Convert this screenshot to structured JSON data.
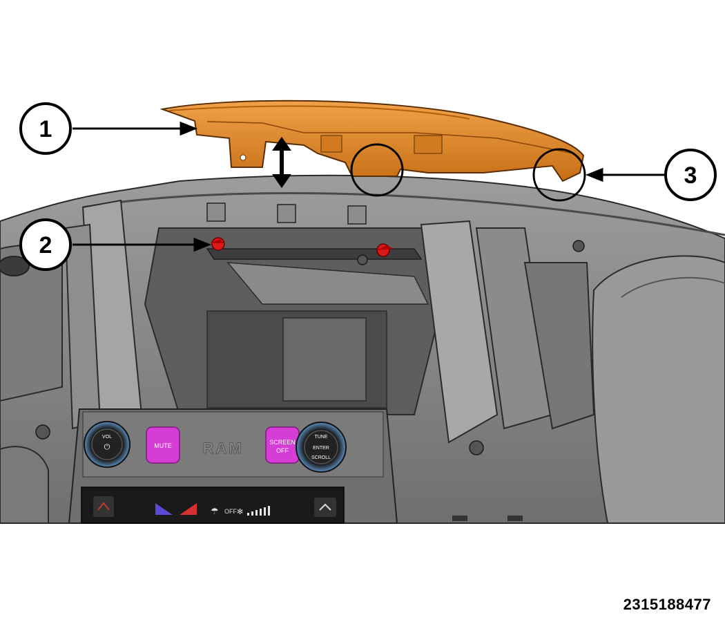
{
  "callouts": [
    {
      "number": "1"
    },
    {
      "number": "2"
    },
    {
      "number": "3"
    }
  ],
  "panel": {
    "vol_label": "VOL",
    "mute_label": "MUTE",
    "brand": "RAM",
    "screen_off_line1": "SCREEN",
    "screen_off_line2": "OFF",
    "tune_label": "TUNE",
    "enter_label": "ENTER",
    "scroll_label": "SCROLL",
    "fan_off_label": "OFF"
  },
  "colors": {
    "bezel_orange": "#e08a2a",
    "fastener_red": "#d81a1a",
    "button_magenta": "#d63cd6",
    "dash_gray": "#8a8a8a"
  },
  "figure_id": "2315188477"
}
